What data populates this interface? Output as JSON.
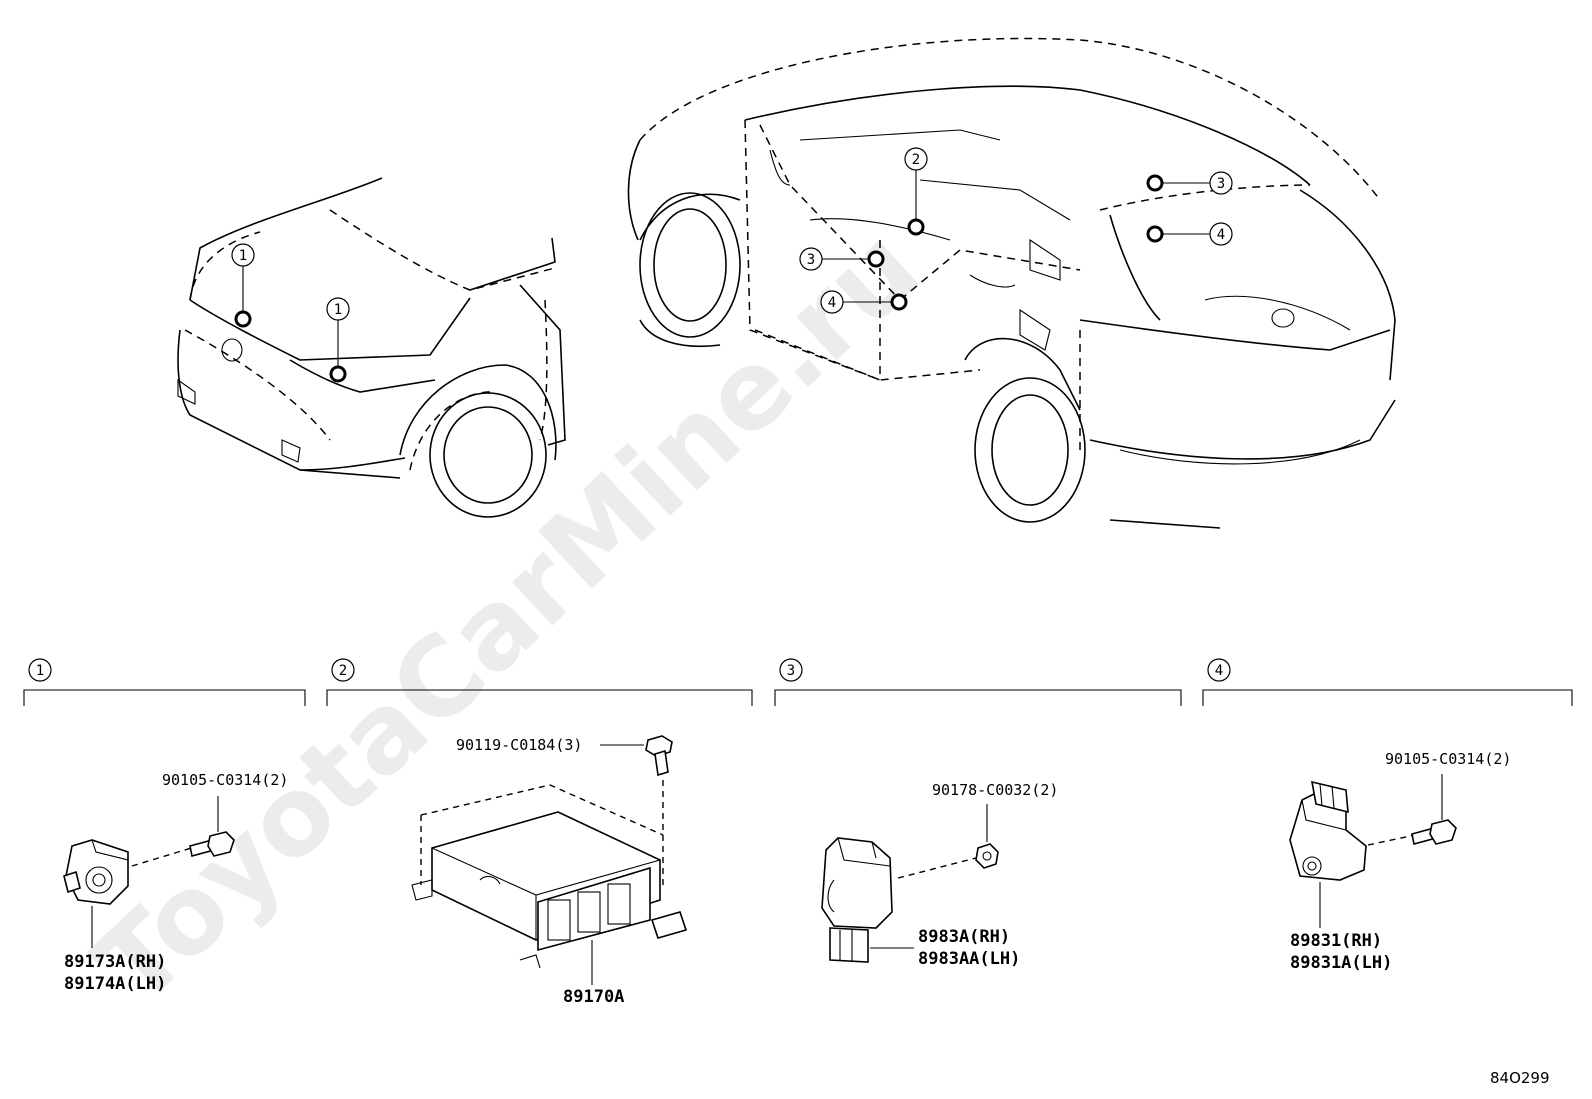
{
  "watermark": "ToyotaCarMine.ru",
  "diagram_code": "84O299",
  "callouts": {
    "c1": "1",
    "c2": "2",
    "c3": "3",
    "c4": "4"
  },
  "sections": [
    {
      "number": "1",
      "parts": [
        "89173A(RH)",
        "89174A(LH)"
      ],
      "fastener": "90105-C0314(2)"
    },
    {
      "number": "2",
      "parts": [
        "89170A"
      ],
      "fastener": "90119-C0184(3)"
    },
    {
      "number": "3",
      "parts": [
        "8983A(RH)",
        "8983AA(LH)"
      ],
      "fastener": "90178-C0032(2)"
    },
    {
      "number": "4",
      "parts": [
        "89831(RH)",
        "89831A(LH)"
      ],
      "fastener": "90105-C0314(2)"
    }
  ]
}
